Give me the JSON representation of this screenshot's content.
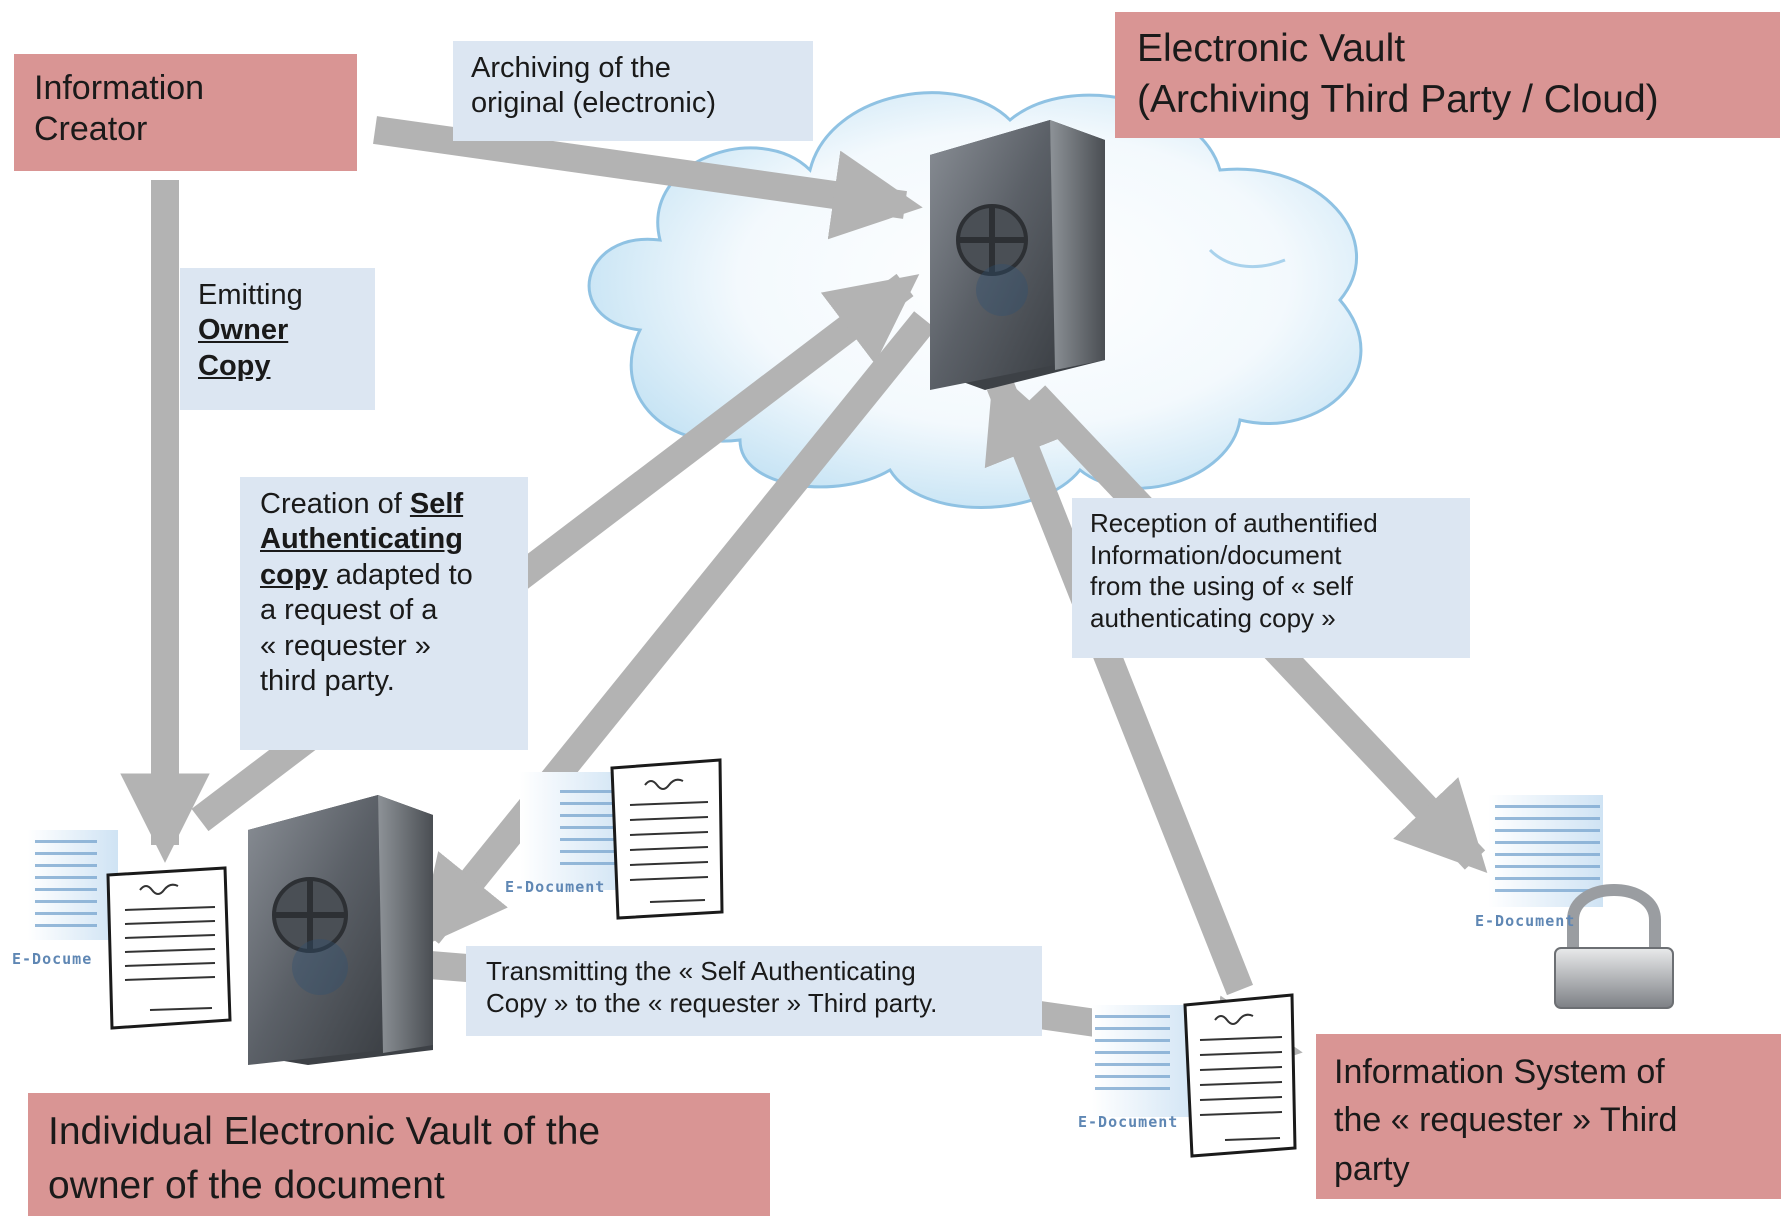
{
  "boxes": {
    "information_creator": {
      "lines": [
        "Information",
        "Creator"
      ]
    },
    "electronic_vault": {
      "lines": [
        "Electronic  Vault",
        "(Archiving Third Party / Cloud)"
      ]
    },
    "individual_vault": {
      "lines": [
        "Individual Electronic Vault of the",
        "owner of the document"
      ]
    },
    "requester_system": {
      "lines": [
        "Information  System of",
        "the « requester  » Third",
        "party"
      ]
    }
  },
  "edges": {
    "archiving": {
      "lines": [
        "Archiving of the",
        "original (electronic)"
      ]
    },
    "emitting": {
      "line1": "Emitting",
      "bold1": "Owner",
      "bold2": "Copy"
    },
    "creation": {
      "prefix": "Creation of ",
      "bold1": "Self",
      "bold2": "Authenticating",
      "bold3": "copy",
      "suffix": " adapted to",
      "line4": "a request of a",
      "line5": "« requester »",
      "line6": "third party."
    },
    "reception": {
      "lines": [
        "Reception of authentified",
        "Information/document",
        "from the using of « self",
        "authenticating copy »"
      ]
    },
    "transmitting": {
      "lines": [
        "Transmitting the « Self Authenticating",
        "Copy » to the « requester » Third party."
      ]
    }
  },
  "documents": {
    "label": "E-Document",
    "label_truncated": "E-Docume"
  },
  "icons": [
    "cloud-icon",
    "vault-safe-icon",
    "e-document-icon",
    "padlock-icon"
  ],
  "colors": {
    "node_fill": "#d99594",
    "label_fill": "#dce6f2",
    "arrow": "#b3b3b3",
    "cloud_edge": "#9ccbe8",
    "binary_text": "#5f87b4"
  }
}
